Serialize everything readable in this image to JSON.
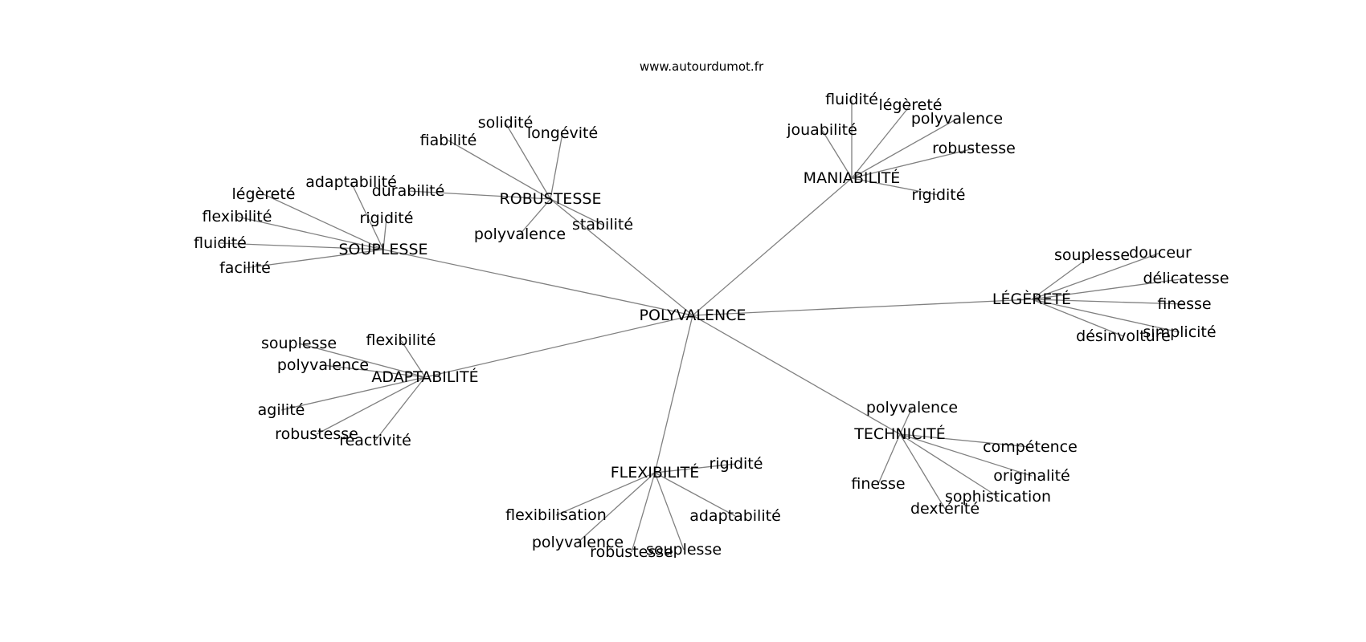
{
  "site": "www.autourdumot.fr",
  "colors": {
    "edge": "#808080",
    "text": "#000000",
    "background": "#ffffff"
  },
  "root": {
    "id": "root",
    "label": "POLYVALENCE"
  },
  "clusters": [
    {
      "id": "souplesse",
      "label": "SOUPLESSE",
      "leaves": [
        "adaptabilité",
        "légèreté",
        "flexibilité",
        "rigidité",
        "fluidité",
        "facilité"
      ]
    },
    {
      "id": "robustesse",
      "label": "ROBUSTESSE",
      "leaves": [
        "solidité",
        "fiabilité",
        "longévité",
        "durabilité",
        "polyvalence",
        "stabilité"
      ]
    },
    {
      "id": "maniabilite",
      "label": "MANIABILITÉ",
      "leaves": [
        "fluidité",
        "légèreté",
        "polyvalence",
        "jouabilité",
        "robustesse",
        "rigidité"
      ]
    },
    {
      "id": "legerete",
      "label": "LÉGÈRETÉ",
      "leaves": [
        "souplesse",
        "douceur",
        "délicatesse",
        "finesse",
        "simplicité",
        "désinvolture"
      ]
    },
    {
      "id": "adaptabilite",
      "label": "ADAPTABILITÉ",
      "leaves": [
        "souplesse",
        "flexibilité",
        "polyvalence",
        "agilité",
        "robustesse",
        "réactivité"
      ]
    },
    {
      "id": "technicite",
      "label": "TECHNICITÉ",
      "leaves": [
        "polyvalence",
        "compétence",
        "originalité",
        "finesse",
        "sophistication",
        "dextérité"
      ]
    },
    {
      "id": "flexibilite",
      "label": "FLEXIBILITÉ",
      "leaves": [
        "rigidité",
        "flexibilisation",
        "adaptabilité",
        "polyvalence",
        "souplesse",
        "robustesse"
      ]
    }
  ]
}
